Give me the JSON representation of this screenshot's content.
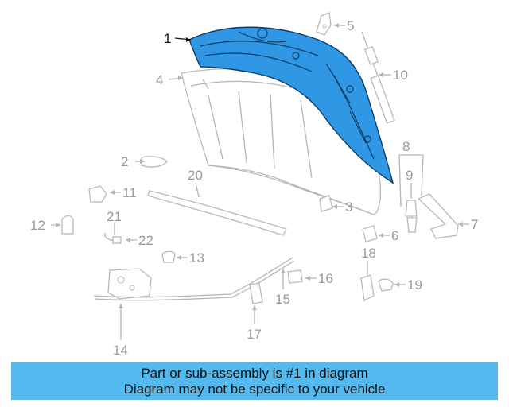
{
  "diagram": {
    "callouts": [
      {
        "id": "1",
        "label": "1",
        "highlighted": true
      },
      {
        "id": "2",
        "label": "2"
      },
      {
        "id": "3",
        "label": "3"
      },
      {
        "id": "4",
        "label": "4"
      },
      {
        "id": "5",
        "label": "5"
      },
      {
        "id": "6",
        "label": "6"
      },
      {
        "id": "7",
        "label": "7"
      },
      {
        "id": "8",
        "label": "8"
      },
      {
        "id": "9",
        "label": "9"
      },
      {
        "id": "10",
        "label": "10"
      },
      {
        "id": "11",
        "label": "11"
      },
      {
        "id": "12",
        "label": "12"
      },
      {
        "id": "13",
        "label": "13"
      },
      {
        "id": "14",
        "label": "14"
      },
      {
        "id": "15",
        "label": "15"
      },
      {
        "id": "16",
        "label": "16"
      },
      {
        "id": "17",
        "label": "17"
      },
      {
        "id": "18",
        "label": "18"
      },
      {
        "id": "19",
        "label": "19"
      },
      {
        "id": "20",
        "label": "20"
      },
      {
        "id": "21",
        "label": "21"
      },
      {
        "id": "22",
        "label": "22"
      }
    ],
    "highlight_color": "#2f97e3",
    "line_color": "#b5b5b5"
  },
  "banner": {
    "line1": "Part or sub-assembly is #1 in diagram",
    "line2": "Diagram may not be specific to your vehicle",
    "background": "#53b9ee"
  }
}
